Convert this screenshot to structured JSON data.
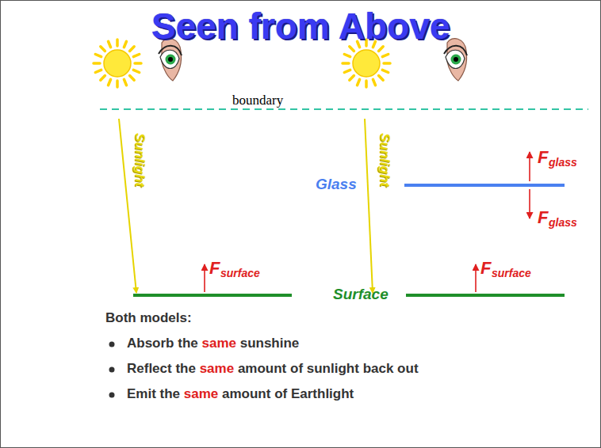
{
  "diagram": {
    "title": "Seen from Above",
    "labels": [
      "boundary",
      "Sunlight",
      "F",
      "surface",
      "Sunlight",
      "Glass",
      "F",
      "glass",
      "F",
      "glass",
      "F",
      "surface",
      "Surface",
      "Both models:",
      "Absorb the same sunshine",
      "Reflect the same amount of sunlight back out",
      "Emit the same amount of Earthlight"
    ]
  }
}
